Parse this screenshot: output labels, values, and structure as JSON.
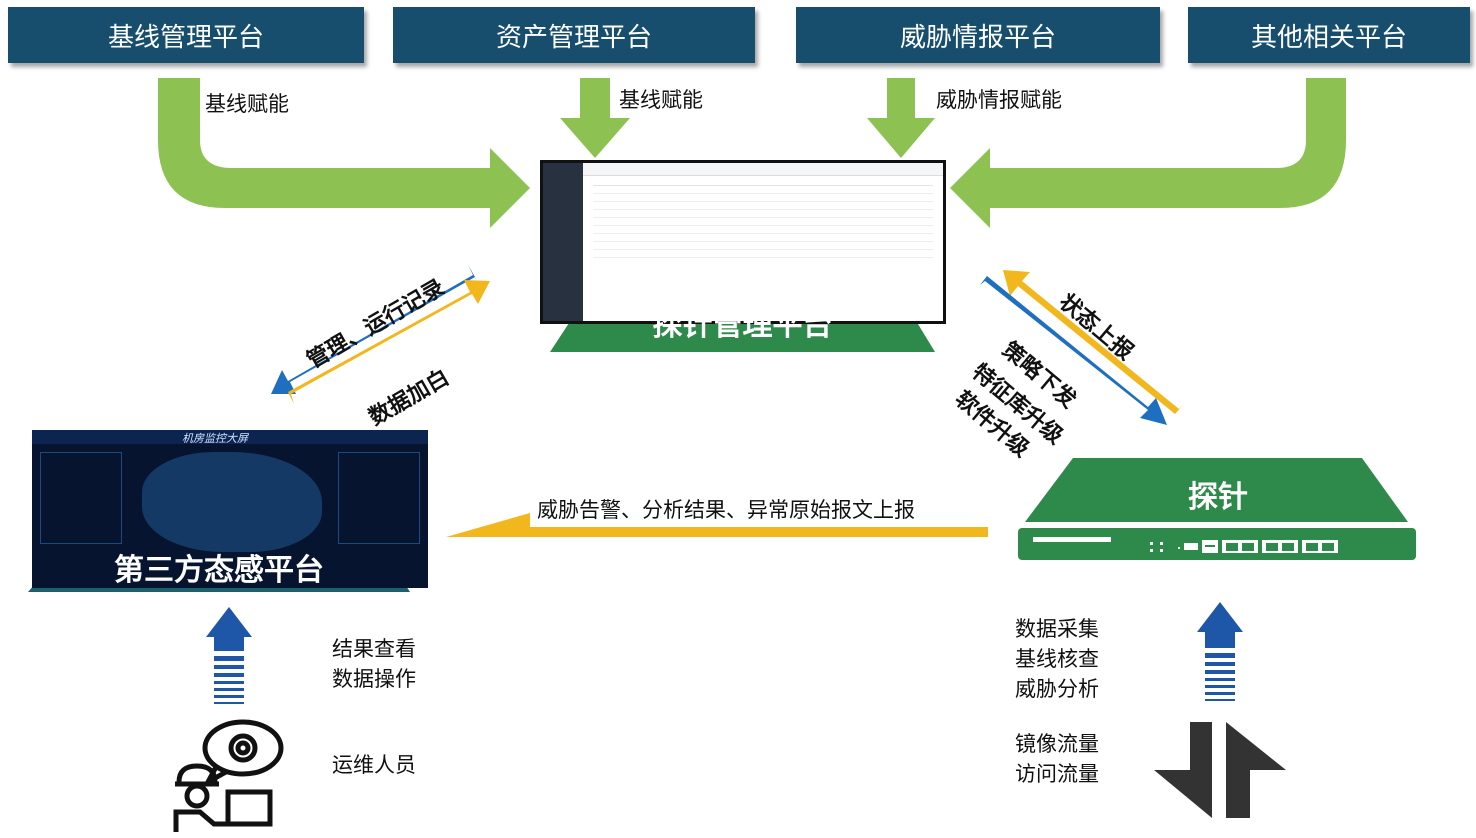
{
  "top_platforms": [
    "基线管理平台",
    "资产管理平台",
    "威胁情报平台",
    "其他相关平台"
  ],
  "flow_labels": {
    "baseline_empower_1": "基线赋能",
    "baseline_empower_2": "基线赋能",
    "threat_intel_empower": "威胁情报赋能",
    "mgmt_records": "管理、运行记录",
    "data_whitelist": "数据加白",
    "status_report": "状态上报",
    "policy_lines": [
      "策略下发",
      "特征库升级",
      "软件升级"
    ],
    "alert_upload": "威胁告警、分析结果、异常原始报文上报"
  },
  "probe_mgmt_platform": "探针管理平台",
  "third_party_platform": "第三方态感平台",
  "dashboard_title": "机房监控大屏",
  "probe": "探针",
  "operator": {
    "actions": [
      "结果查看",
      "数据操作"
    ],
    "role": "运维人员"
  },
  "probe_functions": [
    "数据采集",
    "基线核查",
    "威胁分析"
  ],
  "traffic_inputs": [
    "镜像流量",
    "访问流量"
  ],
  "colors": {
    "navy_box": "#174e6e",
    "green_arrow": "#8dc152",
    "platform_green": "#2d8a4a",
    "blue_arrow": "#1f6fc0",
    "yellow_arrow": "#f2b71d"
  }
}
